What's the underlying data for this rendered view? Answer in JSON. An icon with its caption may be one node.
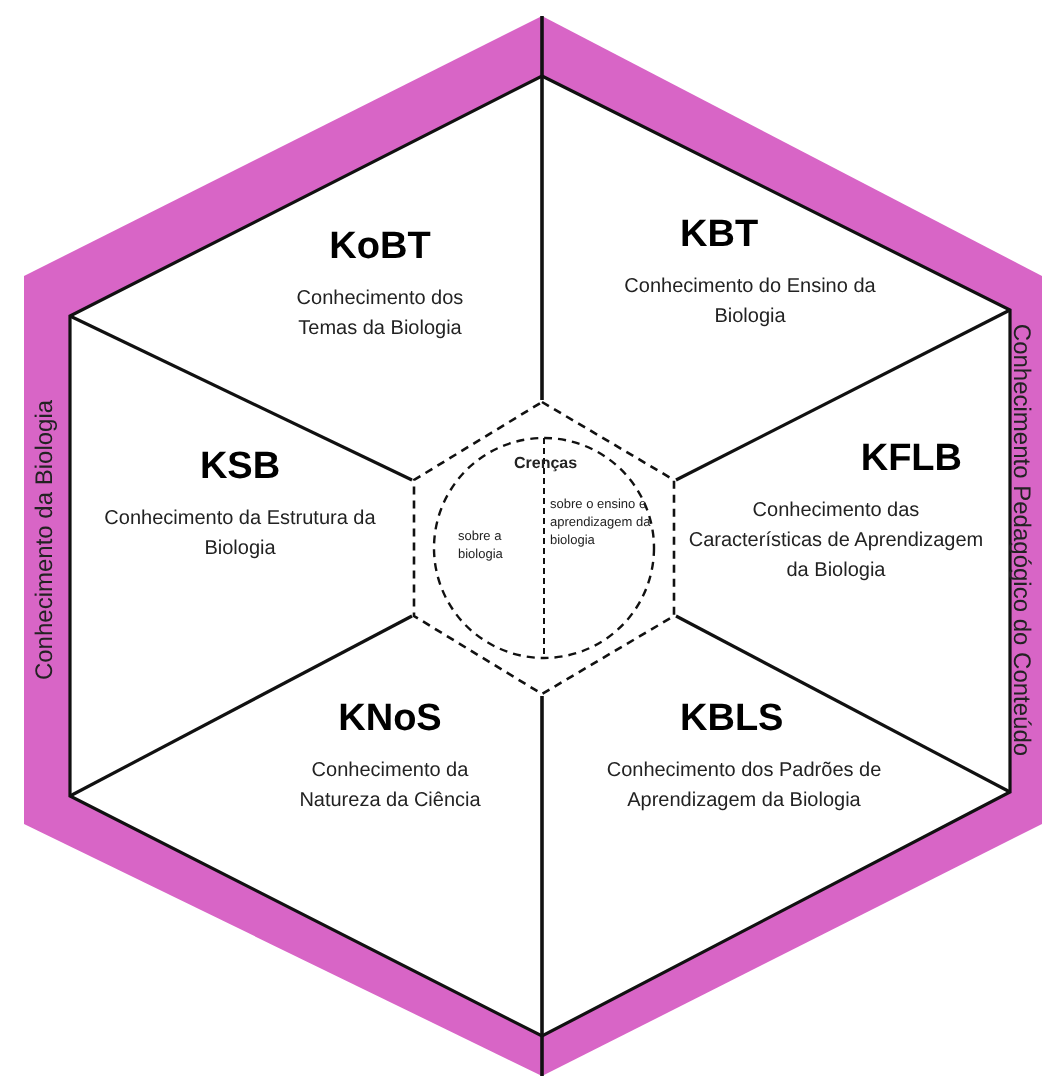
{
  "diagram": {
    "nodes": [
      {
        "text": [
          "Conhecimento da Biologia"
        ]
      },
      {
        "text": [
          "Conhecimento Pedagógico do Conteúdo"
        ]
      },
      {
        "text": [
          "KoBT",
          "Conhecimento dos Temas da Biologia"
        ]
      },
      {
        "text": [
          "KBT",
          "Conhecimento do Ensino da Biologia"
        ]
      },
      {
        "text": [
          "KSB",
          "Conhecimento da Estrutura da Biologia"
        ]
      },
      {
        "text": [],
        "shape": "hexagon"
      },
      {
        "text": [
          "Crenças",
          "sobre a biologia",
          "sobre o ensino e aprendizagem da biologia"
        ],
        "in": 5
      },
      {
        "text": [
          "KFLB",
          "Conhecimento das Características de Aprendizagem da Biologia"
        ]
      },
      {
        "text": [
          "KNoS",
          "Conhecimento da Natureza da Ciência"
        ]
      },
      {
        "text": [
          "KBLS",
          "Conhecimento dos Padrões de Aprendizagem da Biologia"
        ]
      }
    ]
  }
}
